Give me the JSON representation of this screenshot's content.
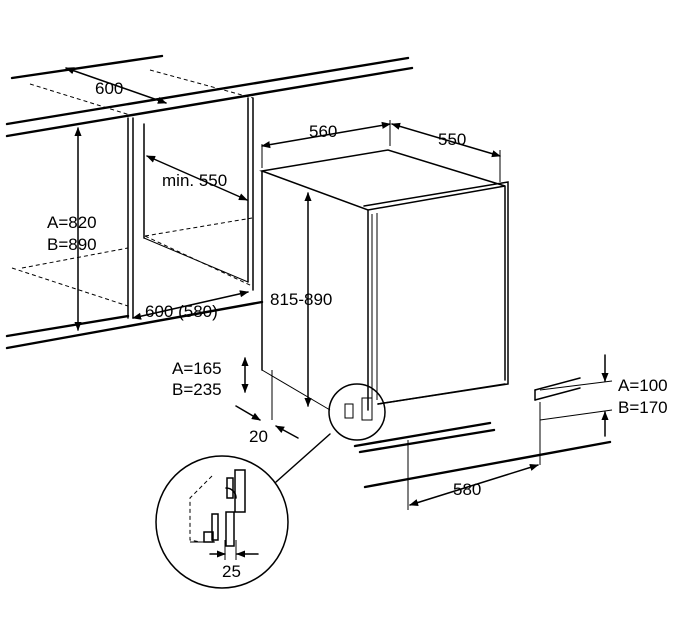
{
  "labels": {
    "niche_width": "600",
    "niche_depth": "min. 550",
    "niche_height_a": "A=820",
    "niche_height_b": "B=890",
    "floor_width": "600 (580)",
    "appliance_width": "560",
    "appliance_depth": "550",
    "appliance_height": "815-890",
    "plinth_a": "A=165",
    "plinth_b": "B=235",
    "setback": "20",
    "kick_a": "A=100",
    "kick_b": "B=170",
    "plinth_width": "580",
    "detail_gap": "25"
  }
}
